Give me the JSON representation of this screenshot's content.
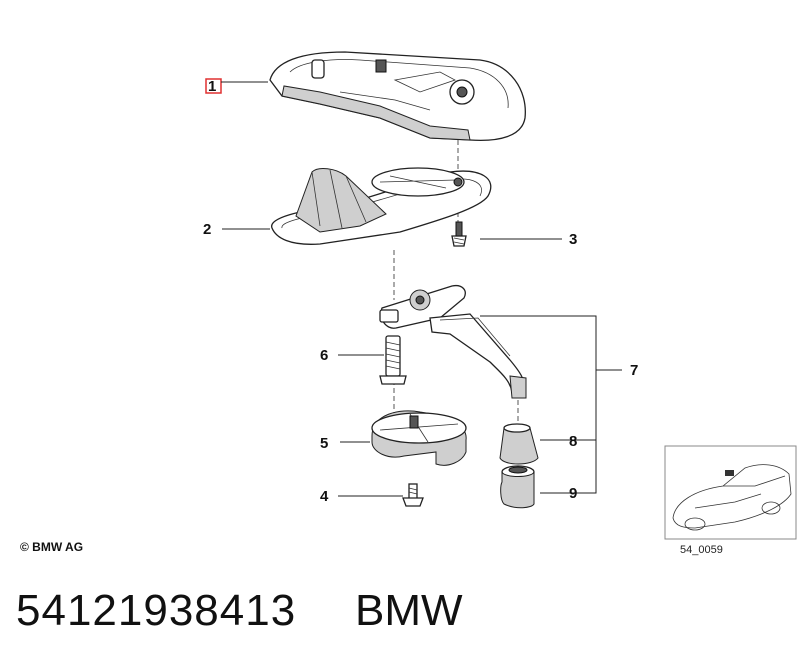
{
  "diagram": {
    "callouts": [
      {
        "id": "1",
        "label": "1"
      },
      {
        "id": "2",
        "label": "2"
      },
      {
        "id": "3",
        "label": "3"
      },
      {
        "id": "4",
        "label": "4"
      },
      {
        "id": "5",
        "label": "5"
      },
      {
        "id": "6",
        "label": "6"
      },
      {
        "id": "7",
        "label": "7"
      },
      {
        "id": "8",
        "label": "8"
      },
      {
        "id": "9",
        "label": "9"
      }
    ],
    "highlight_color": "#e03030"
  },
  "copyright": "© BMW AG",
  "thumbnail_code": "54_0059",
  "part_number": "54121938413",
  "brand": "BMW"
}
